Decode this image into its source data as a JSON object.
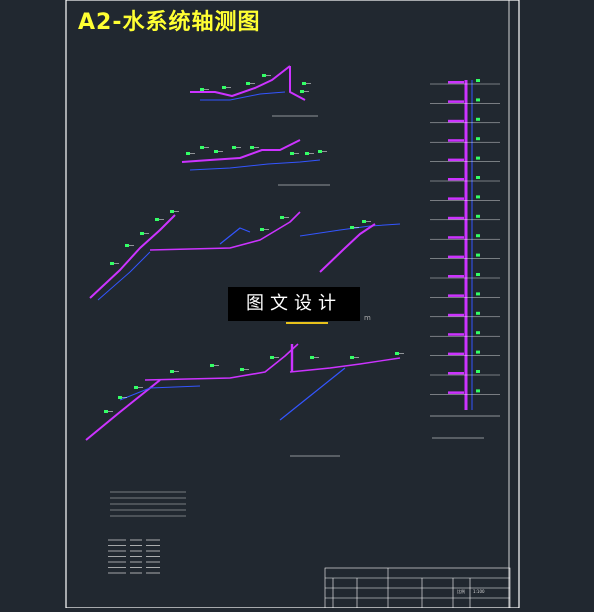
{
  "drawing": {
    "title": "A2-水系统轴测图",
    "watermark": "图文设计",
    "watermark_suffix": "m"
  },
  "title_block": {
    "scale_label": "比例",
    "scale_value": "1:100"
  },
  "colors": {
    "background": "#212830",
    "title": "#ffff33",
    "pipe_main": "#cc33ff",
    "pipe_branch": "#3355ff",
    "label_green": "#33ff66",
    "frame": "#ffffff",
    "watermark_bar": "#e8c21c"
  }
}
